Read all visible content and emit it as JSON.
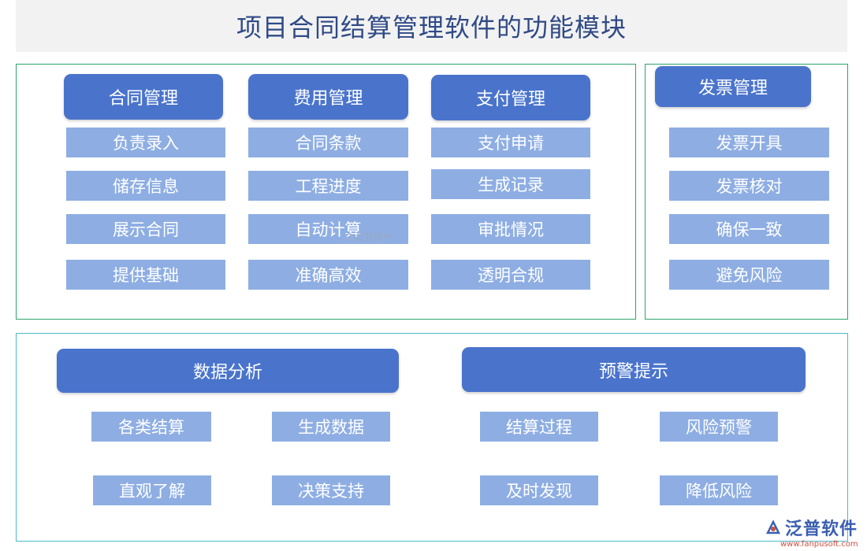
{
  "title": "项目合同结算管理软件的功能模块",
  "top_left_modules": [
    {
      "header": "合同管理",
      "items": [
        "负责录入",
        "储存信息",
        "展示合同",
        "提供基础"
      ]
    },
    {
      "header": "费用管理",
      "items": [
        "合同条款",
        "工程进度",
        "自动计算",
        "准确高效"
      ]
    },
    {
      "header": "支付管理",
      "items": [
        "支付申请",
        "生成记录",
        "审批情况",
        "透明合规"
      ]
    }
  ],
  "top_right_module": {
    "header": "发票管理",
    "items": [
      "发票开具",
      "发票核对",
      "确保一致",
      "避免风险"
    ]
  },
  "bottom_modules": [
    {
      "header": "数据分析",
      "items": [
        "各类结算",
        "生成数据",
        "直观了解",
        "决策支持"
      ]
    },
    {
      "header": "预警提示",
      "items": [
        "结算过程",
        "风险预警",
        "及时发现",
        "降低风险"
      ]
    }
  ],
  "watermark": "泛普软件",
  "logo": {
    "name": "泛普软件",
    "url": "www.fanpusoft.com"
  },
  "colors": {
    "header_fill": "#4a74cc",
    "item_fill": "#8eaee3",
    "title_text": "#2f4a86",
    "panel_border_top": "#2fa36b",
    "panel_border_bottom": "#4fb9c9"
  }
}
